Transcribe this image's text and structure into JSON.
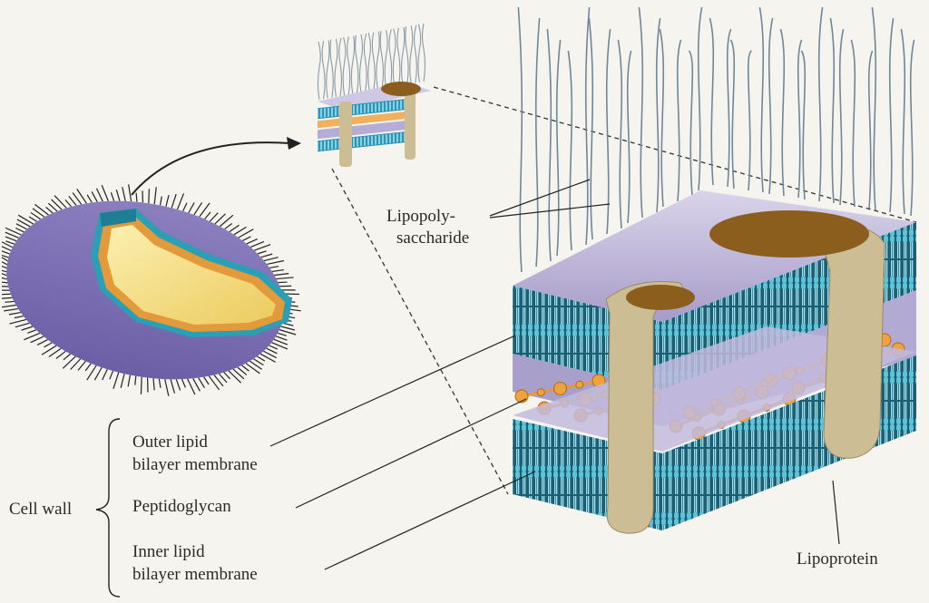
{
  "labels": {
    "lipopolysaccharide_line1": "Lipopoly-",
    "lipopolysaccharide_line2": "saccharide",
    "outer_line1": "Outer lipid",
    "outer_line2": "bilayer membrane",
    "peptidoglycan": "Peptidoglycan",
    "inner_line1": "Inner lipid",
    "inner_line2": "bilayer membrane",
    "cell_wall": "Cell wall",
    "lipoprotein": "Lipoprotein"
  },
  "colors": {
    "membrane_blue": "#2a9fb5",
    "membrane_dark": "#1c5f75",
    "surface_purple": "#b9b0d6",
    "protein_tan": "#cdbd95",
    "peptidoglycan_orange": "#e39a3a",
    "cell_yellow": "#f3de8a",
    "lps_gray": "#6f8797"
  }
}
